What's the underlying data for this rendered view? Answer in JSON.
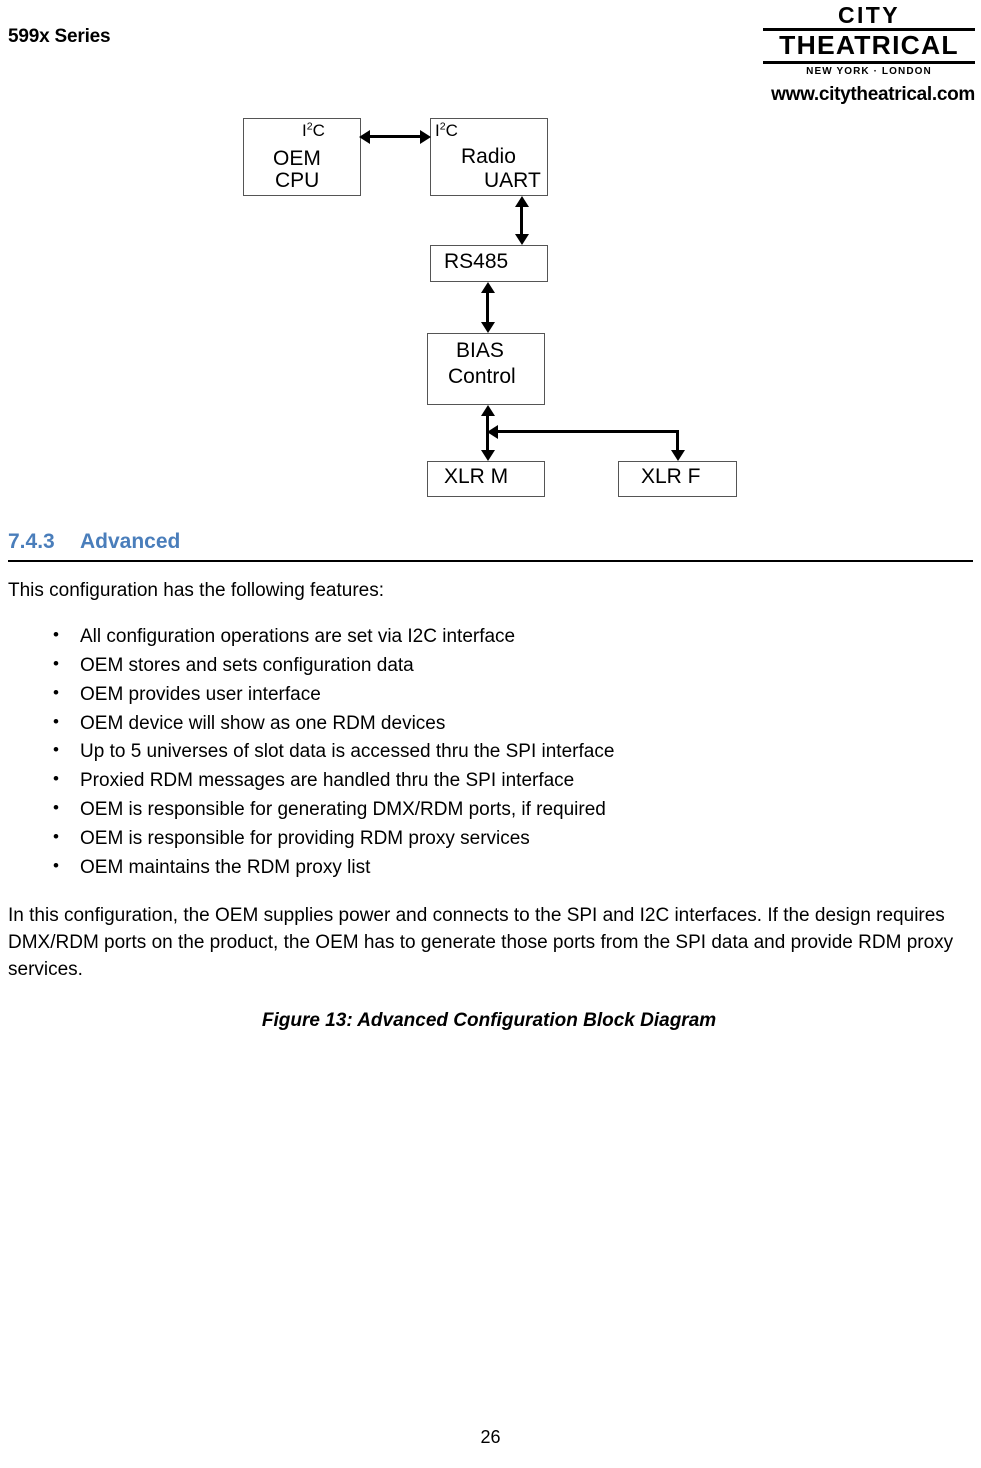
{
  "header": {
    "series": "599x Series",
    "logo": {
      "line1": "CITY",
      "line2": "THEATRICAL",
      "line3": "NEW YORK  ·  LONDON"
    },
    "website": "www.citytheatrical.com"
  },
  "diagram": {
    "nodes": {
      "oem_cpu": {
        "port": "I",
        "port_sup": "2",
        "port_tail": "C",
        "line1": "OEM",
        "line2": "CPU"
      },
      "radio": {
        "port": "I",
        "port_sup": "2",
        "port_tail": "C",
        "title": "Radio",
        "port2": "UART"
      },
      "rs485": {
        "label": "RS485"
      },
      "bias": {
        "line1": "BIAS",
        "line2": "Control"
      },
      "xlr_m": {
        "label": "XLR M"
      },
      "xlr_f": {
        "label": "XLR F"
      }
    }
  },
  "section": {
    "number": "7.4.3",
    "title": "Advanced",
    "intro": "This configuration has the following features:",
    "bullet_char": "•",
    "features": [
      "All configuration operations are set via I2C interface",
      "OEM stores and sets configuration data",
      "OEM provides user interface",
      "OEM device will show as one RDM devices",
      "Up to 5 universes of slot data is accessed thru the SPI interface",
      "Proxied RDM messages are handled thru the SPI interface",
      "OEM is responsible for generating DMX/RDM ports, if required",
      "OEM is responsible for providing RDM proxy services",
      "OEM maintains the RDM proxy list"
    ],
    "closing_paragraph": "In this configuration, the OEM supplies power and connects to the SPI and I2C interfaces. If the design requires DMX/RDM ports on the product, the OEM has to generate those ports from the SPI data and provide RDM proxy services.",
    "figure_caption": "Figure 13: Advanced Configuration Block Diagram"
  },
  "footer": {
    "page_number": "26"
  },
  "colors": {
    "heading": "#4A7EBB",
    "rule": "#000000",
    "node_border": "#555555"
  }
}
